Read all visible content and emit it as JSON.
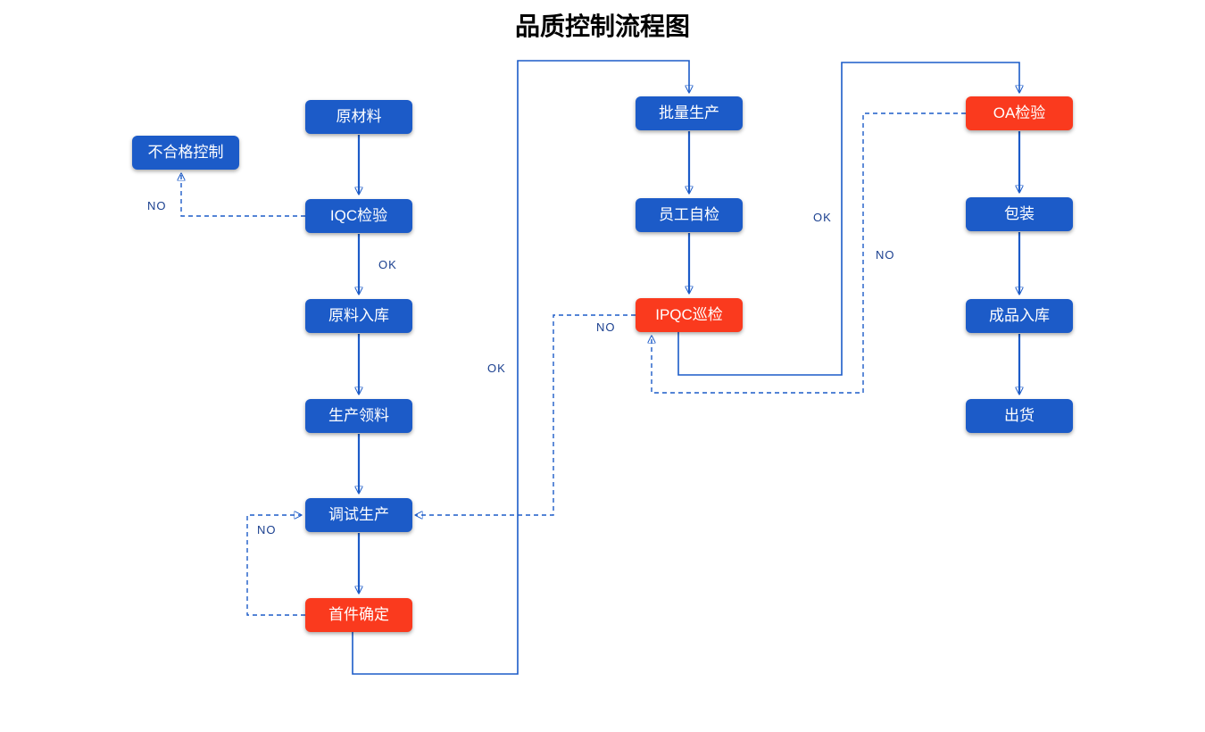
{
  "title": "品质控制流程图",
  "colors": {
    "blue": "#1C5BC8",
    "red": "#FA3A1E",
    "line": "#1C5BC8",
    "label_text": "#1A3F8F"
  },
  "nodes": {
    "defect_control": {
      "label": "不合格控制"
    },
    "raw_material": {
      "label": "原材料"
    },
    "iqc": {
      "label": "IQC检验"
    },
    "material_storage": {
      "label": "原料入库"
    },
    "production_picking": {
      "label": "生产领料"
    },
    "trial_production": {
      "label": "调试生产"
    },
    "first_article": {
      "label": "首件确定"
    },
    "mass_production": {
      "label": "批量生产"
    },
    "self_inspection": {
      "label": "员工自检"
    },
    "ipqc": {
      "label": "IPQC巡检"
    },
    "oa_inspection": {
      "label": "OA检验"
    },
    "packaging": {
      "label": "包装"
    },
    "finished_storage": {
      "label": "成品入库"
    },
    "shipment": {
      "label": "出货"
    }
  },
  "edge_labels": {
    "iqc_no": "NO",
    "iqc_ok": "OK",
    "first_ok": "OK",
    "first_no": "NO",
    "ipqc_no": "NO",
    "ipqc_ok": "OK",
    "oa_no": "NO"
  }
}
